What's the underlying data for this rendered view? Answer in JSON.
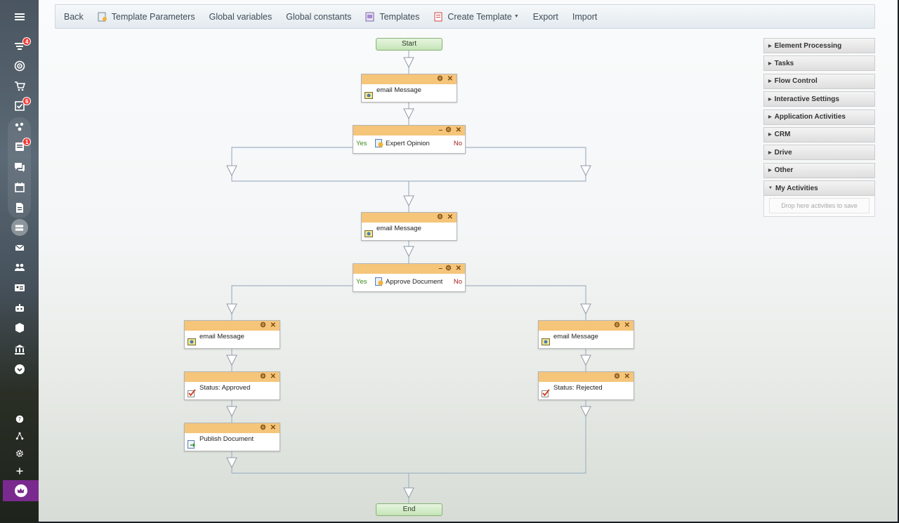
{
  "rail": {
    "badges": {
      "filter": "4",
      "tasks": "6",
      "feed": "1"
    }
  },
  "toolbar": {
    "back": "Back",
    "template_parameters": "Template Parameters",
    "global_variables": "Global variables",
    "global_constants": "Global constants",
    "templates": "Templates",
    "create_template": "Create Template",
    "export": "Export",
    "import": "Import"
  },
  "flow": {
    "start": "Start",
    "end": "End",
    "email1": "email Message",
    "cond1": {
      "label": "Expert Opinion",
      "yes": "Yes",
      "no": "No"
    },
    "email2": "email Message",
    "cond2": {
      "label": "Approve Document",
      "yes": "Yes",
      "no": "No"
    },
    "email_left": "email Message",
    "email_right": "email Message",
    "status_approved": "Status: Approved",
    "status_rejected": "Status: Rejected",
    "publish": "Publish Document",
    "controls": {
      "minimize": "–",
      "settings": "⚙",
      "close": "✕"
    }
  },
  "panel": {
    "sections": [
      "Element Processing",
      "Tasks",
      "Flow Control",
      "Interactive Settings",
      "Application Activities",
      "CRM",
      "Drive",
      "Other",
      "My Activities"
    ],
    "drop_hint": "Drop here activities to save"
  },
  "colors": {
    "block_header": "#f5c57a",
    "terminal": "#c6e4b8",
    "yes": "#3c8a1c",
    "no": "#a32020",
    "accent_bottom": "#7a2a8e",
    "badge": "#ef3d3a"
  }
}
